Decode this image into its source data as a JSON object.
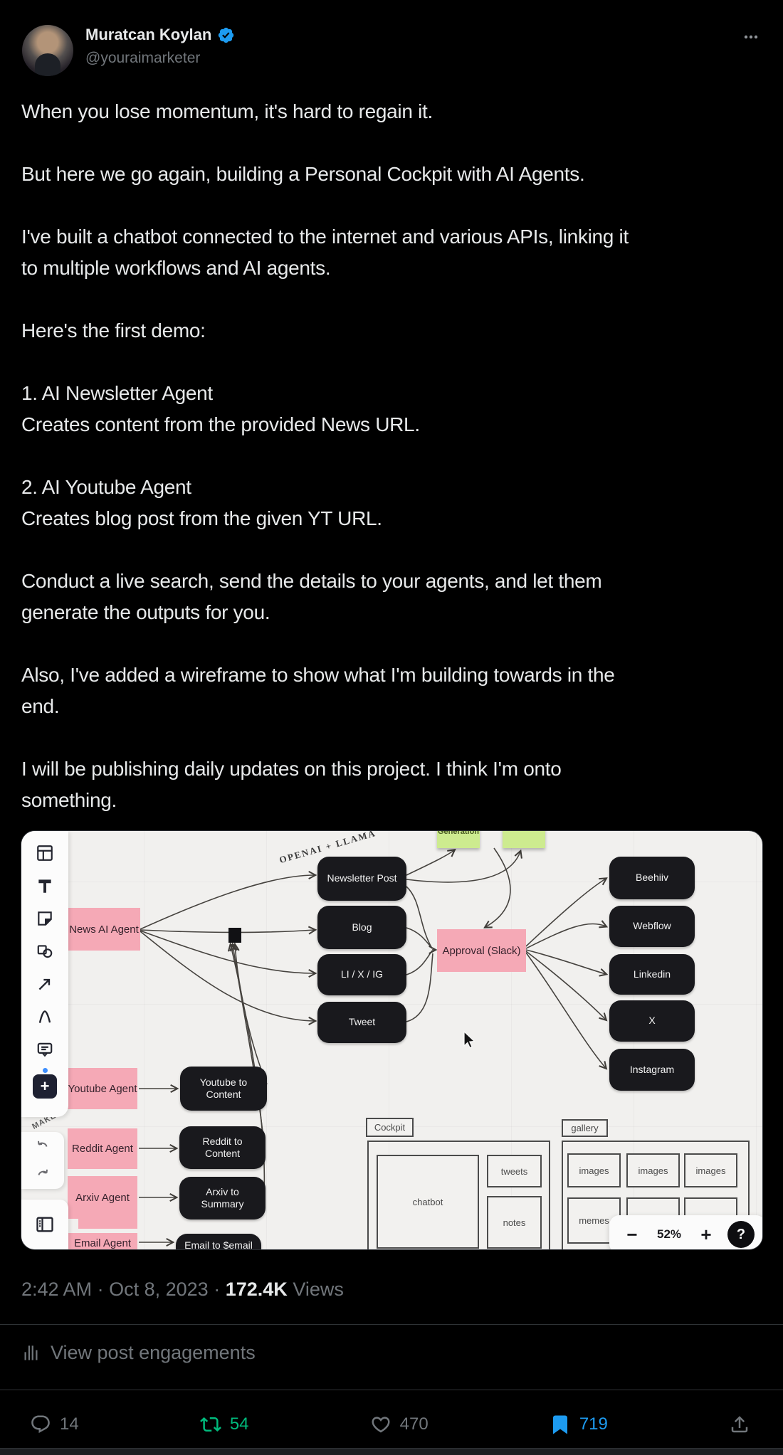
{
  "header": {
    "name": "Muratcan Koylan",
    "handle": "@youraimarketer",
    "verified_icon": "verified-badge",
    "more_icon": "more-ellipsis"
  },
  "tweet": {
    "body_text": "When you lose momentum, it's hard to regain it.\n\nBut here we go again, building a Personal Cockpit with AI Agents.\n\nI've built a chatbot connected to the internet and various APIs, linking it\nto multiple workflows and AI agents.\n\nHere's the first demo:\n\n1. AI Newsletter Agent\nCreates content from the provided News URL.\n\n2. AI Youtube Agent\nCreates blog post from the given YT URL.\n\nConduct a live search, send the details to your agents, and let them\ngenerate the outputs for you.\n\nAlso, I've added a wireframe to show what I'm building towards in the\nend.\n\nI will be publishing daily updates on this project. I think I'm onto\nsomething."
  },
  "diagram": {
    "watermark": "OPENAI + LLAMA",
    "make_label": "MAKE",
    "sticky_note": "Generation",
    "agents": [
      "News AI Agent",
      "Youtube Agent",
      "Reddit Agent",
      "Arxiv Agent",
      "Email Agent"
    ],
    "outputs": [
      "Newsletter Post",
      "Blog",
      "LI / X / IG",
      "Tweet"
    ],
    "converters": [
      "Youtube to Content",
      "Reddit to Content",
      "Arxiv to Summary",
      "Email to $email"
    ],
    "approval": "Approval (Slack)",
    "channels": [
      "Beehiiv",
      "Webflow",
      "Linkedin",
      "X",
      "Instagram"
    ],
    "wireframe": {
      "cockpit": "Cockpit",
      "chatbot": "chatbot",
      "tweets": "tweets",
      "notes": "notes",
      "gallery": "gallery",
      "images": "images",
      "memes": "memes"
    },
    "zoom": {
      "out": "−",
      "level": "52%",
      "in": "+",
      "help": "?"
    }
  },
  "meta": {
    "time": "2:42 AM",
    "date": "Oct 8, 2023",
    "views": "172.4K",
    "views_label": "Views",
    "dot": "·"
  },
  "engagements_link": "View post engagements",
  "actions": {
    "reply_count": "14",
    "repost_count": "54",
    "like_count": "470",
    "bookmark_count": "719"
  },
  "colors": {
    "accent_blue": "#1d9bf0",
    "repost_green": "#00ba7c",
    "agent_pink": "#f5a9b6",
    "node_dark": "#19191d",
    "sticky_green": "#cdeb8f"
  }
}
